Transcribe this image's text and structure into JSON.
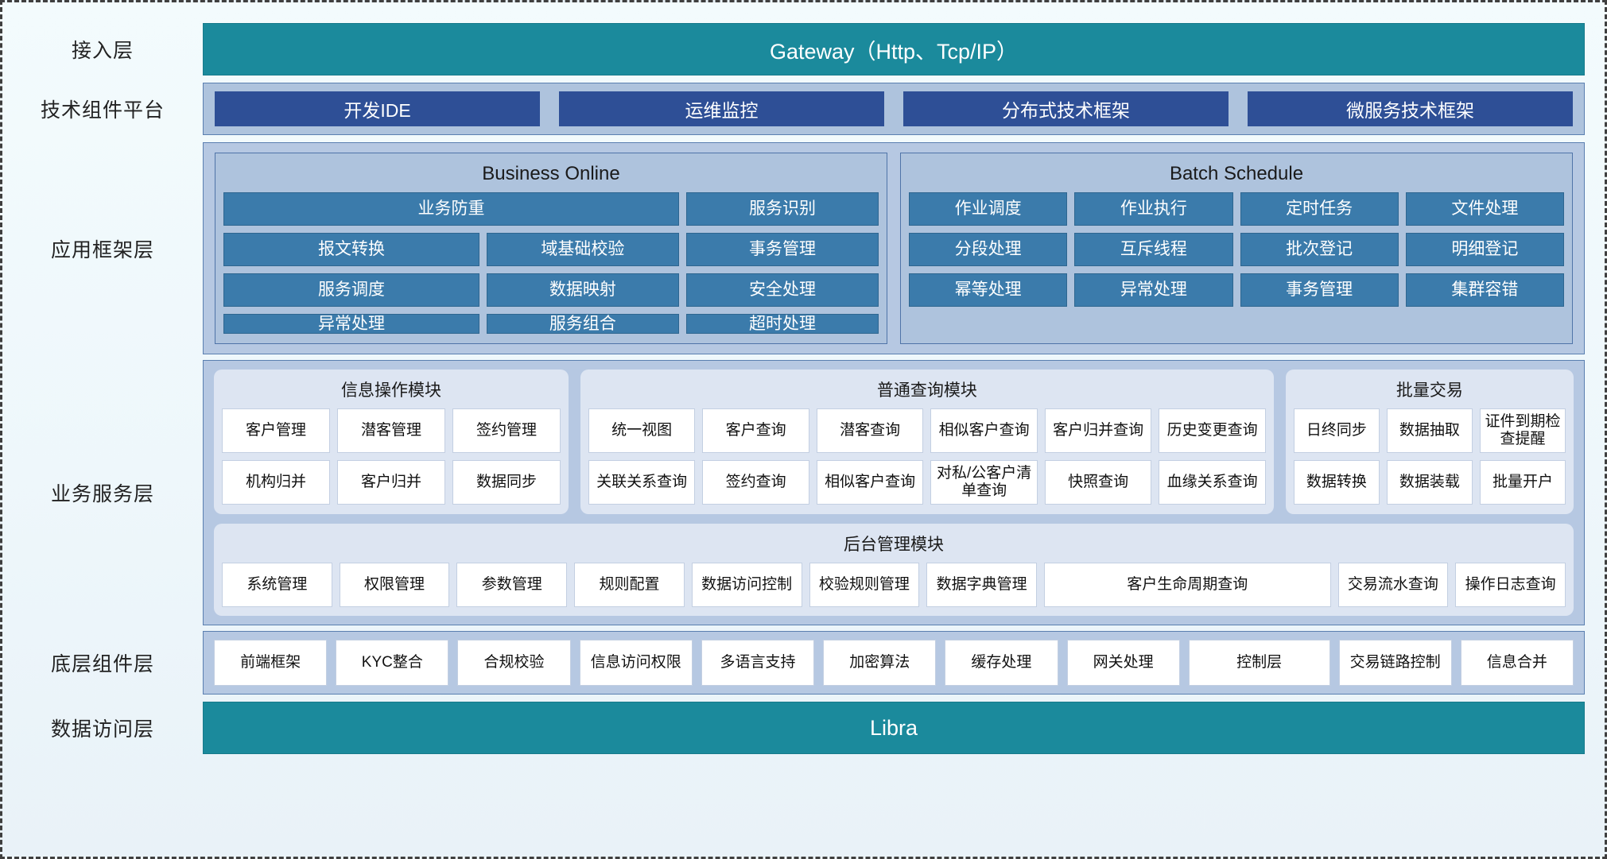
{
  "layers": [
    {
      "label": "接入层"
    },
    {
      "label": "技术组件平台"
    },
    {
      "label": "应用框架层"
    },
    {
      "label": "业务服务层"
    },
    {
      "label": "底层组件层"
    },
    {
      "label": "数据访问层"
    }
  ],
  "access_layer": {
    "label": "接入层",
    "gateway": "Gateway（Http、Tcp/IP）"
  },
  "tech_platform": {
    "label": "技术组件平台",
    "items": [
      "开发IDE",
      "运维监控",
      "分布式技术框架",
      "微服务技术框架"
    ]
  },
  "app_framework": {
    "label": "应用框架层",
    "business_online": {
      "title": "Business Online",
      "cells": [
        "业务防重",
        "服务识别",
        "报文转换",
        "域基础校验",
        "事务管理",
        "服务调度",
        "数据映射",
        "安全处理",
        "异常处理",
        "服务组合",
        "超时处理"
      ]
    },
    "batch_schedule": {
      "title": "Batch Schedule",
      "cells": [
        "作业调度",
        "作业执行",
        "定时任务",
        "文件处理",
        "分段处理",
        "互斥线程",
        "批次登记",
        "明细登记",
        "幂等处理",
        "异常处理",
        "事务管理",
        "集群容错"
      ]
    }
  },
  "business_service": {
    "label": "业务服务层",
    "info_module": {
      "title": "信息操作模块",
      "cells": [
        "客户管理",
        "潜客管理",
        "签约管理",
        "机构归并",
        "客户归并",
        "数据同步"
      ]
    },
    "query_module": {
      "title": "普通查询模块",
      "cells": [
        "统一视图",
        "客户查询",
        "潜客查询",
        "相似客户查询",
        "客户归并查询",
        "历史变更查询",
        "关联关系查询",
        "签约查询",
        "相似客户查询",
        "对私/公客户清单查询",
        "快照查询",
        "血缘关系查询"
      ]
    },
    "batch_module": {
      "title": "批量交易",
      "cells": [
        "日终同步",
        "数据抽取",
        "证件到期检查提醒",
        "数据转换",
        "数据装载",
        "批量开户"
      ]
    },
    "admin_module": {
      "title": "后台管理模块",
      "cells": [
        "系统管理",
        "权限管理",
        "参数管理",
        "规则配置",
        "数据访问控制",
        "校验规则管理",
        "数据字典管理",
        "客户生命周期查询",
        "交易流水查询",
        "操作日志查询"
      ]
    }
  },
  "component_layer": {
    "label": "底层组件层",
    "items": [
      "前端框架",
      "KYC整合",
      "合规校验",
      "信息访问权限",
      "多语言支持",
      "加密算法",
      "缓存处理",
      "网关处理",
      "控制层",
      "交易链路控制",
      "信息合并"
    ]
  },
  "data_layer": {
    "label": "数据访问层",
    "title": "Libra"
  },
  "colors": {
    "teal": "#1b8a9c",
    "dark_blue": "#2e4f96",
    "mid_blue": "#3b7bab",
    "panel_blue": "#aec3dd",
    "group_bg": "#dde5f2"
  }
}
